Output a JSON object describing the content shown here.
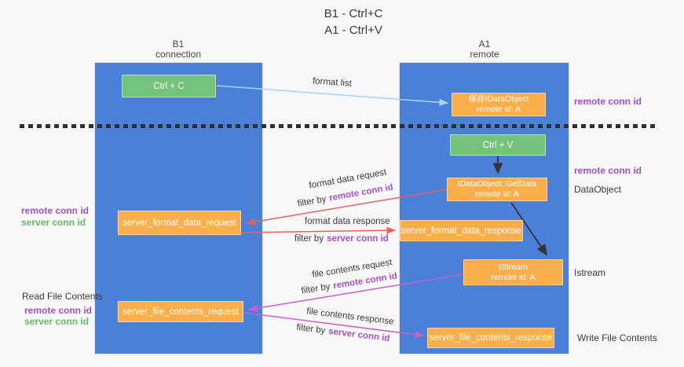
{
  "title": {
    "line1": "B1 - Ctrl+C",
    "line2": "A1 - Ctrl+V"
  },
  "columns": {
    "left": {
      "name": "B1",
      "subtitle": "connection"
    },
    "right": {
      "name": "A1",
      "subtitle": "remote"
    }
  },
  "nodes": {
    "ctrl_c": "Ctrl + C",
    "save_idataobject": {
      "line1": "保存IDataObject",
      "line2": "remote id: A"
    },
    "ctrl_v": "Ctrl + V",
    "getdata": {
      "line1": "IDataObject::GetData",
      "line2": "remote id: A"
    },
    "format_request": "server_format_data_request",
    "format_response": "server_format_data_response",
    "istream": {
      "line1": "IStream",
      "line2": "remote id: A"
    },
    "file_request": "server_file_contents_request",
    "file_response": "server_file_contents_response"
  },
  "edge_labels": {
    "format_list": "format list",
    "format_data_request": "format data request",
    "format_data_response": "format data response",
    "file_contents_request": "file contents request",
    "file_contents_response": "file contents response",
    "filter_by": "filter by",
    "remote_conn_id": "remote conn id",
    "server_conn_id": "server conn id"
  },
  "side_labels": {
    "left_mid_remote": "remote conn id",
    "left_mid_server": "server conn id",
    "read_file_contents": "Read File Contents",
    "left_bottom_remote": "remote conn id",
    "left_bottom_server": "server conn id",
    "right_top_remote": "remote conn id",
    "right_mid_remote": "remote conn id",
    "dataobject": "DataObject",
    "istream": "Istream",
    "write_file_contents": "Write File Contents"
  },
  "colors": {
    "column_blue": "#4a80d8",
    "box_green": "#75c37a",
    "box_orange": "#f9ae4b",
    "arrow_blue": "#a9d3f0",
    "arrow_red": "#e8625d",
    "arrow_magenta": "#c95fc9",
    "arrow_black": "#333333",
    "text_purple": "#a64fc5",
    "text_green": "#62ba66",
    "text_dark": "#3a3a3a"
  }
}
